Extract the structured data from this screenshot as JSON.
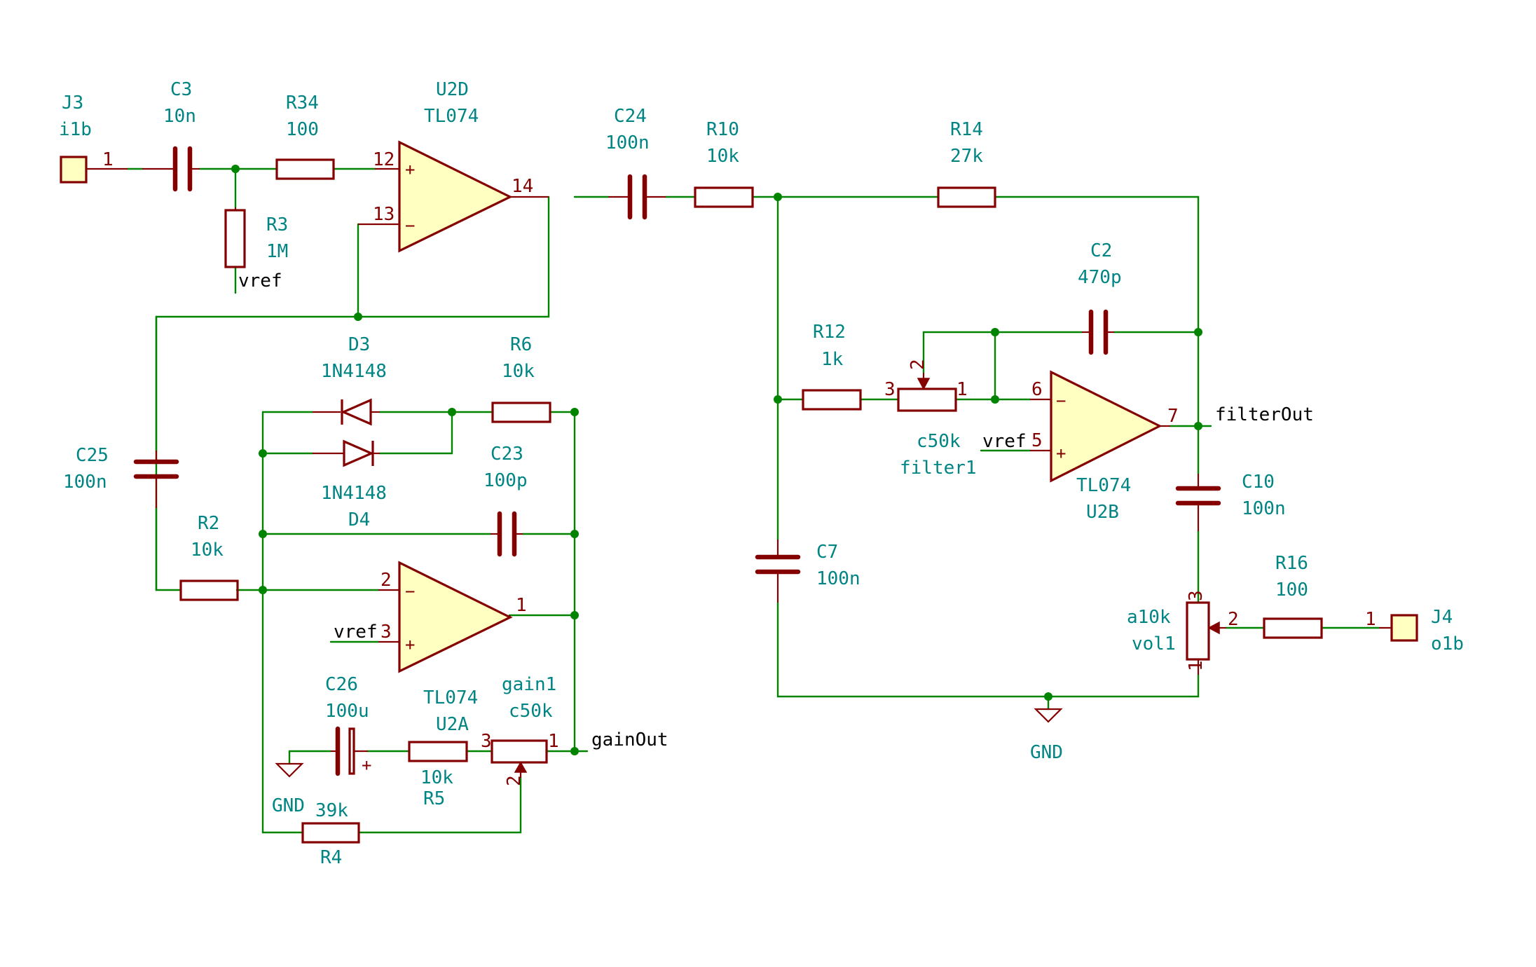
{
  "components": {
    "J3": {
      "ref": "J3",
      "value": "i1b",
      "pin": "1"
    },
    "J4": {
      "ref": "J4",
      "value": "o1b",
      "pin": "1"
    },
    "C3": {
      "ref": "C3",
      "value": "10n"
    },
    "R34": {
      "ref": "R34",
      "value": "100"
    },
    "R3": {
      "ref": "R3",
      "value": "1M"
    },
    "U2D": {
      "ref": "U2D",
      "value": "TL074",
      "pin_plus": "12",
      "pin_minus": "13",
      "pin_out": "14"
    },
    "C24": {
      "ref": "C24",
      "value": "100n"
    },
    "R10": {
      "ref": "R10",
      "value": "10k"
    },
    "R14": {
      "ref": "R14",
      "value": "27k"
    },
    "C2": {
      "ref": "C2",
      "value": "470p"
    },
    "R12": {
      "ref": "R12",
      "value": "1k"
    },
    "filter1": {
      "ref": "filter1",
      "value": "c50k",
      "pin1": "1",
      "pin2": "2",
      "pin3": "3"
    },
    "U2B": {
      "ref": "U2B",
      "value": "TL074",
      "pin_minus": "6",
      "pin_plus": "5",
      "pin_out": "7"
    },
    "C10": {
      "ref": "C10",
      "value": "100n"
    },
    "C7": {
      "ref": "C7",
      "value": "100n"
    },
    "vol1": {
      "ref": "vol1",
      "value": "a10k",
      "pin1": "1",
      "pin2": "2",
      "pin3": "3"
    },
    "R16": {
      "ref": "R16",
      "value": "100"
    },
    "D3": {
      "ref": "D3",
      "value": "1N4148"
    },
    "D4": {
      "ref": "D4",
      "value": "1N4148"
    },
    "R6": {
      "ref": "R6",
      "value": "10k"
    },
    "C23": {
      "ref": "C23",
      "value": "100p"
    },
    "C25": {
      "ref": "C25",
      "value": "100n"
    },
    "R2": {
      "ref": "R2",
      "value": "10k"
    },
    "U2A": {
      "ref": "U2A",
      "value": "TL074",
      "pin_minus": "2",
      "pin_plus": "3",
      "pin_out": "1"
    },
    "C26": {
      "ref": "C26",
      "value": "100u"
    },
    "R5": {
      "ref": "R5",
      "value": "10k"
    },
    "gain1": {
      "ref": "gain1",
      "value": "c50k",
      "pin1": "1",
      "pin2": "2",
      "pin3": "3"
    },
    "R4": {
      "ref": "R4",
      "value": "39k"
    }
  },
  "nets": {
    "vref": "vref",
    "gnd": "GND",
    "filter_out": "filterOut",
    "gain_out": "gainOut"
  },
  "symbols": {
    "plus": "+",
    "minus": "−"
  },
  "colors": {
    "wire": "#008400",
    "component": "#840000",
    "component_fill": "#ffffc2",
    "label_text": "#008484",
    "net_text": "#000000"
  }
}
